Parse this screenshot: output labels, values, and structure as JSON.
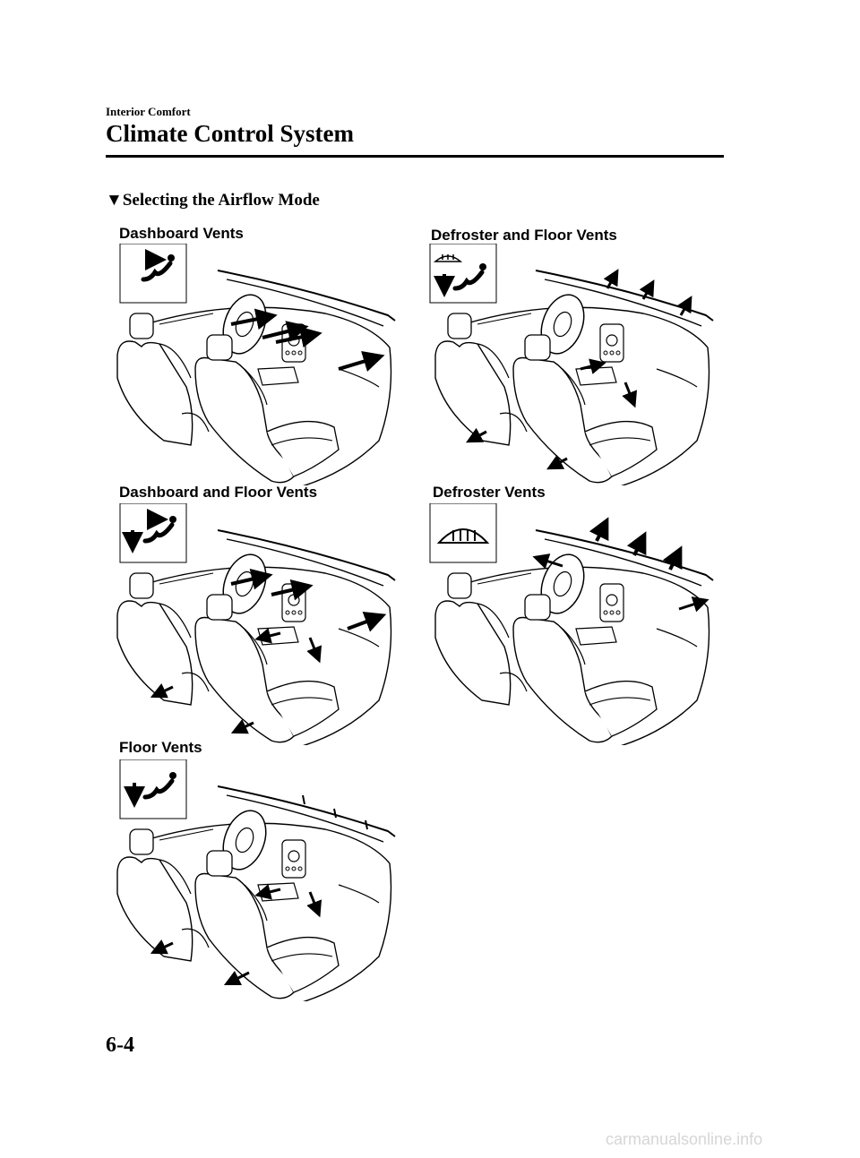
{
  "header": {
    "section_label": "Interior Comfort",
    "chapter_title": "Climate Control System"
  },
  "subheading": {
    "marker": "▼",
    "text": "Selecting the Airflow Mode"
  },
  "figures": [
    {
      "caption": "Dashboard Vents",
      "mode_icon": "dashboard-vents-icon"
    },
    {
      "caption": "Defroster and Floor Vents",
      "mode_icon": "defroster-floor-vents-icon"
    },
    {
      "caption": "Dashboard and Floor Vents",
      "mode_icon": "dashboard-floor-vents-icon"
    },
    {
      "caption": "Defroster Vents",
      "mode_icon": "defroster-vents-icon"
    },
    {
      "caption": "Floor Vents",
      "mode_icon": "floor-vents-icon"
    }
  ],
  "footer": {
    "page_number": "6-4",
    "watermark": "carmanualsonline.info"
  }
}
